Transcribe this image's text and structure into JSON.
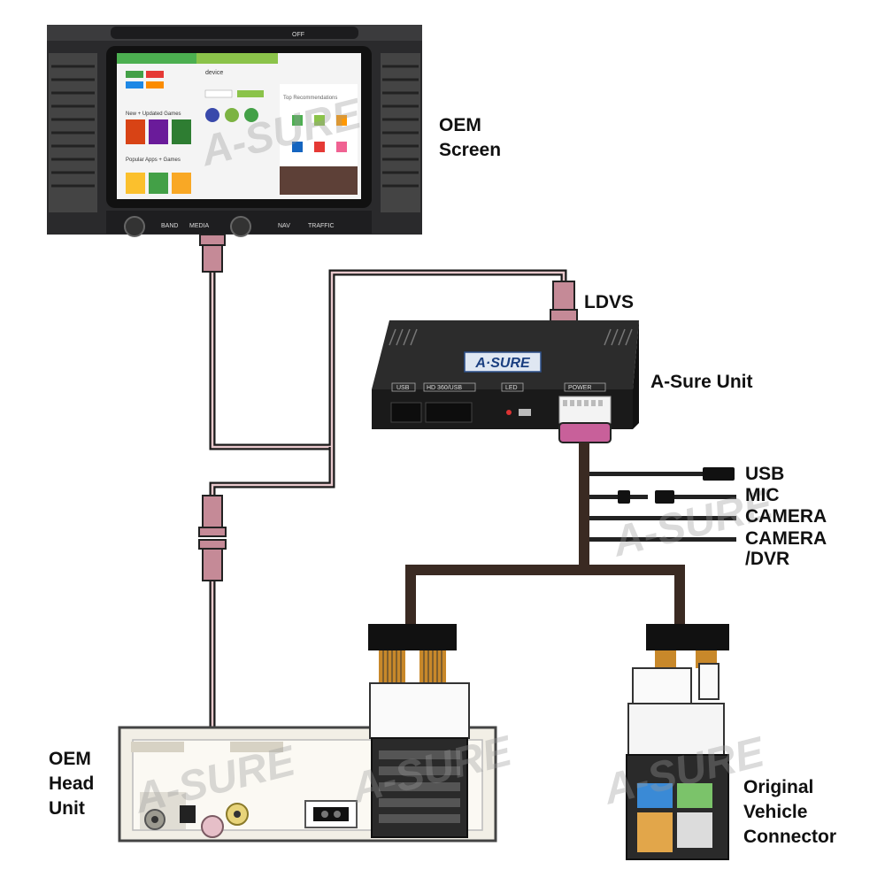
{
  "labels": {
    "oem_screen": [
      "OEM",
      "Screen"
    ],
    "ldvs": "LDVS",
    "asure_unit": "A-Sure Unit",
    "usb": "USB",
    "mic": "MIC",
    "camera": "CAMERA",
    "camera_dvr": [
      "CAMERA",
      "/DVR"
    ],
    "oem_head_unit": [
      "OEM",
      "Head",
      "Unit"
    ],
    "original_vehicle_connector": [
      "Original",
      "Vehicle",
      "Connector"
    ]
  },
  "unit": {
    "brand": "A·SURE",
    "ports": [
      "USB",
      "HD 360/USB",
      "LED",
      "POWER"
    ]
  },
  "screen": {
    "buttons": [
      "BAND",
      "MEDIA",
      "NAV",
      "TRAFFIC"
    ],
    "app_title": "device",
    "section_new": "New + Updated Games",
    "section_popular": "Popular Apps + Games",
    "recommendations": "Top Recommendations",
    "top_readout": "OFF"
  },
  "watermark": "A-SURE",
  "colors": {
    "cable_outer": "#1a1a1a",
    "cable_inner": "#e8c8cc",
    "connector_pink": "#c58a97",
    "power_plug": "#c8609a",
    "harness": "#3a2a22"
  }
}
